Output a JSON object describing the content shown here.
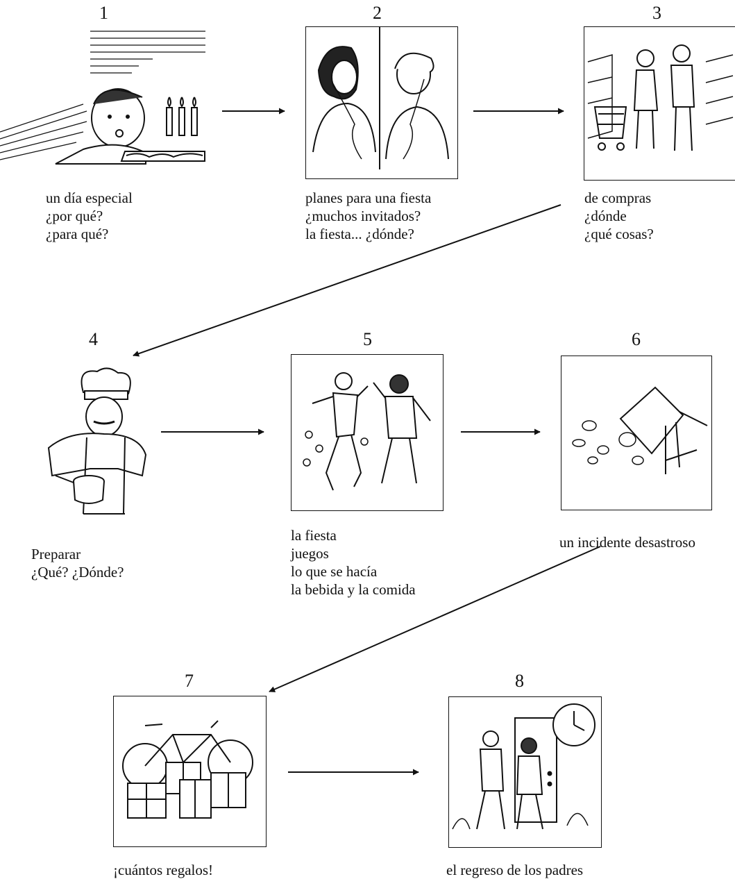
{
  "steps": [
    {
      "number": "1",
      "lines": [
        "un día especial",
        "¿por qué?",
        "¿para qué?"
      ]
    },
    {
      "number": "2",
      "lines": [
        "planes para una fiesta",
        "¿muchos invitados?",
        "la fiesta... ¿dónde?"
      ]
    },
    {
      "number": "3",
      "lines": [
        "de compras",
        "¿dónde",
        "¿qué cosas?"
      ]
    },
    {
      "number": "4",
      "lines": [
        "Preparar",
        "¿Qué? ¿Dónde?"
      ]
    },
    {
      "number": "5",
      "lines": [
        "la fiesta",
        "juegos",
        "lo que se hacía",
        "la bebida y la comida"
      ]
    },
    {
      "number": "6",
      "lines": [
        "un incidente desastroso"
      ]
    },
    {
      "number": "7",
      "lines": [
        "¡cuántos regalos!"
      ]
    },
    {
      "number": "8",
      "lines": [
        "el regreso de los padres"
      ]
    }
  ],
  "illustrations": [
    "birthday-boy-with-cake",
    "two-people-on-phone",
    "couple-shopping-in-store",
    "chef-cooking",
    "people-dancing",
    "overturned-table",
    "bicycle-and-gifts",
    "parents-returning-home"
  ]
}
